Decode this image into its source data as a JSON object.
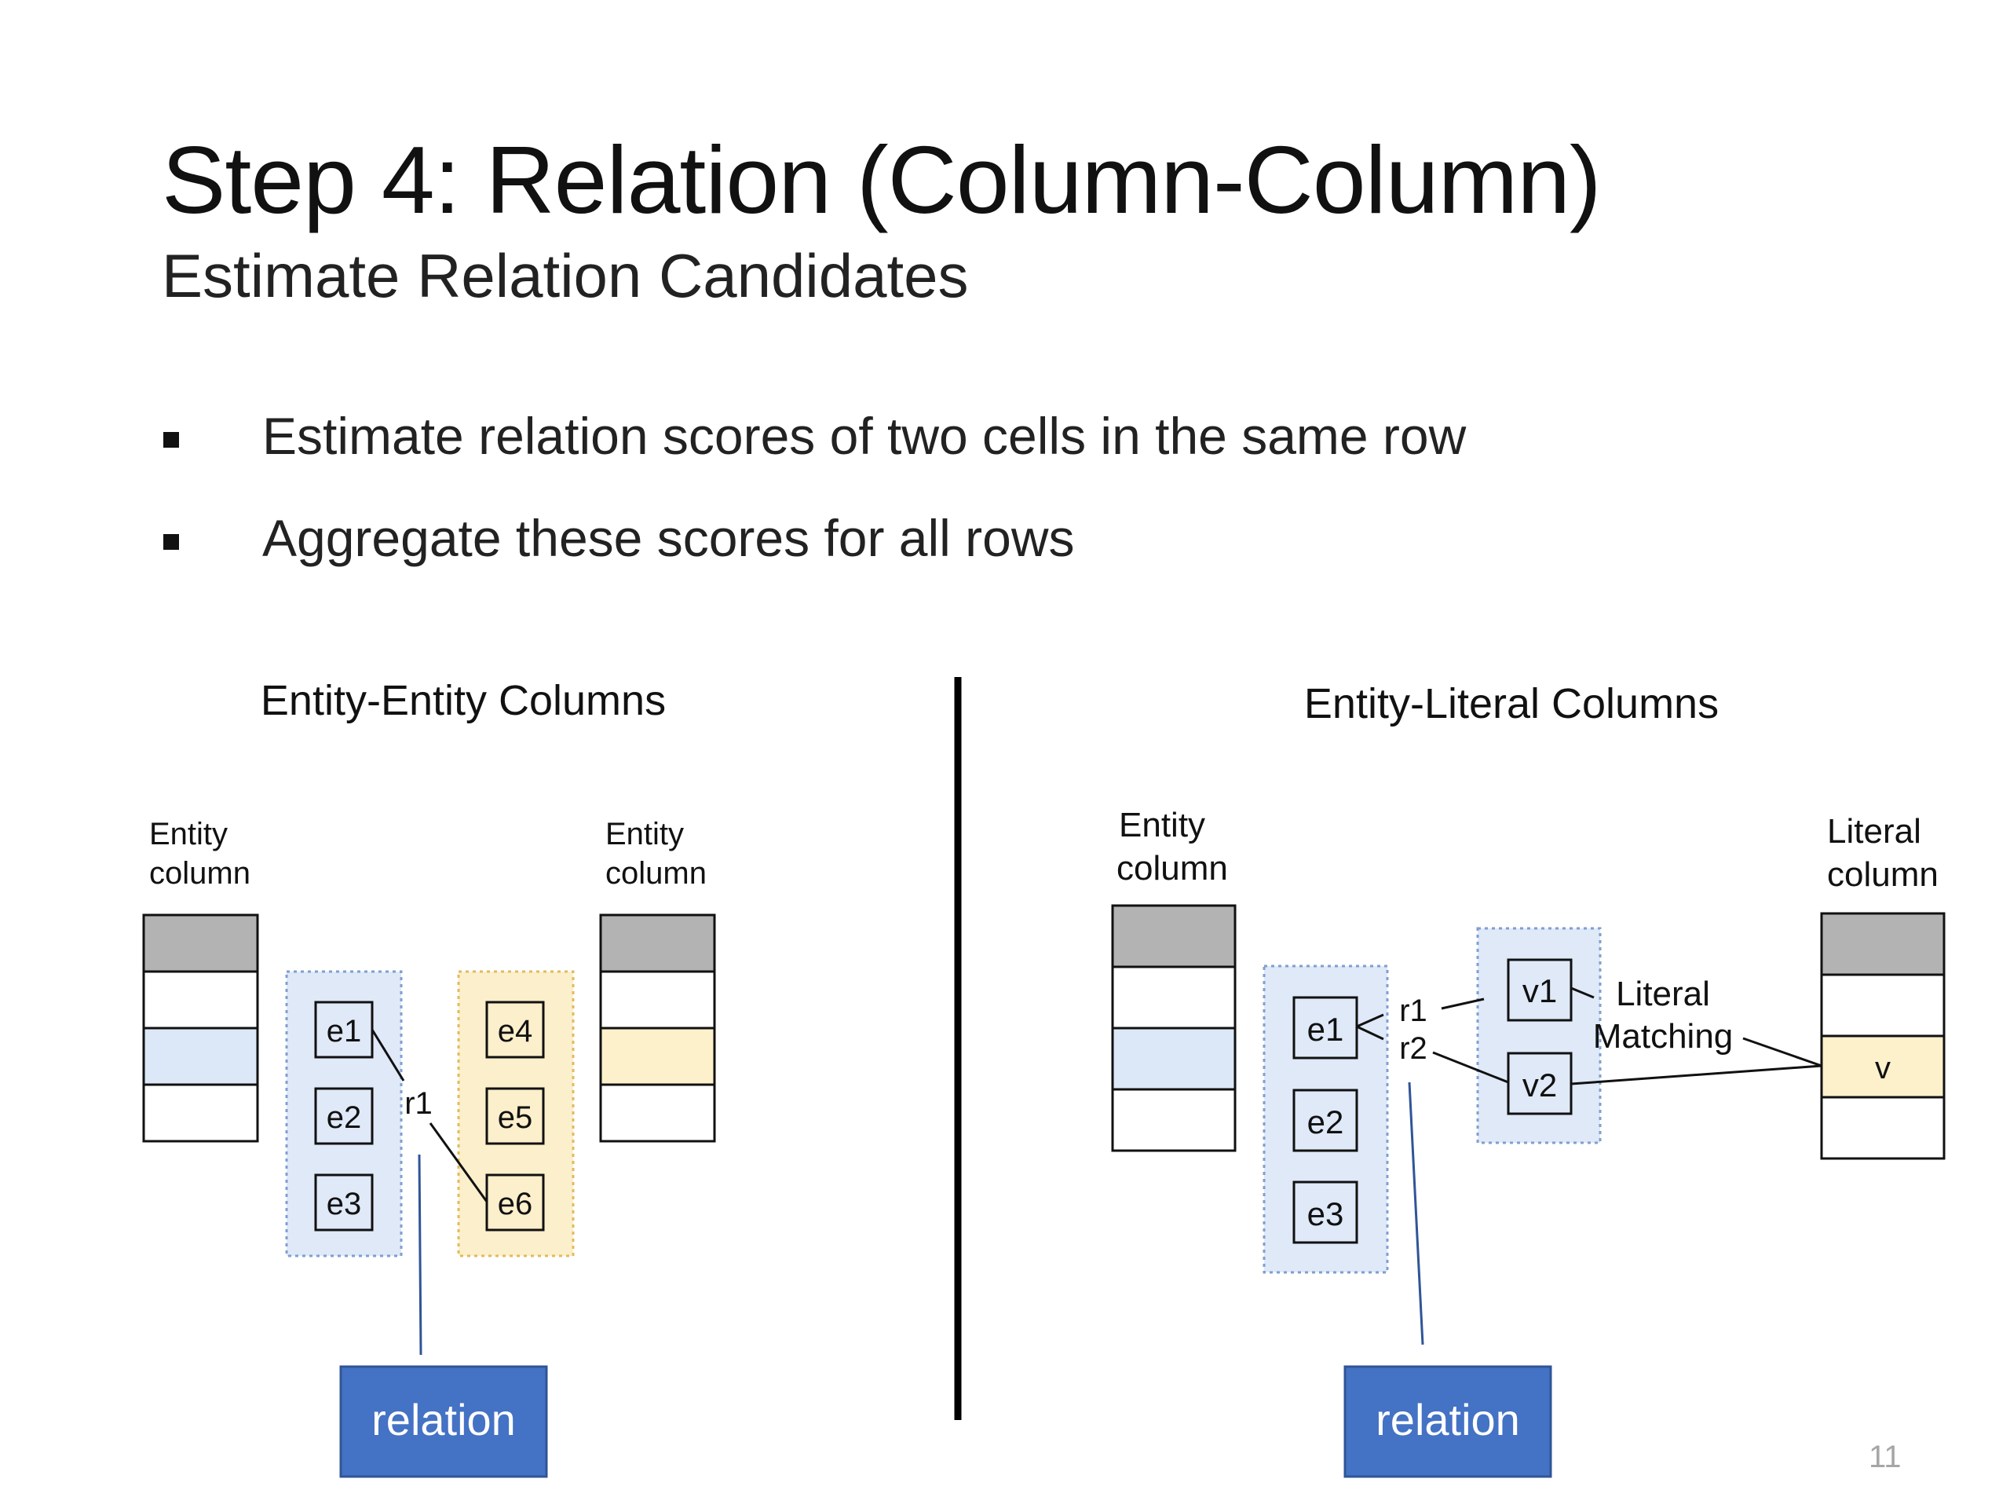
{
  "slide": {
    "title": "Step 4: Relation (Column-Column)",
    "subtitle": "Estimate Relation Candidates",
    "bullets": [
      "Estimate relation scores of two cells in the same row",
      "Aggregate these scores for all rows"
    ],
    "page_number": "11"
  },
  "left_panel": {
    "heading": "Entity-Entity Columns",
    "left_column_label": [
      "Entity",
      "column"
    ],
    "right_column_label": [
      "Entity",
      "column"
    ],
    "left_group": [
      "e1",
      "e2",
      "e3"
    ],
    "right_group": [
      "e4",
      "e5",
      "e6"
    ],
    "relation_edge_label": "r1",
    "relation_box": "relation"
  },
  "right_panel": {
    "heading": "Entity-Literal Columns",
    "entity_column_label": [
      "Entity",
      "column"
    ],
    "literal_column_label": [
      "Literal",
      "column"
    ],
    "entity_group": [
      "e1",
      "e2",
      "e3"
    ],
    "value_group": [
      "v1",
      "v2"
    ],
    "relation_edge_labels": [
      "r1",
      "r2"
    ],
    "matching_label": [
      "Literal",
      "Matching"
    ],
    "literal_cell_value": "v",
    "relation_box": "relation"
  },
  "colors": {
    "header_cell": "#b3b3b3",
    "entity_highlight": "#dce8f8",
    "literal_highlight": "#fdf1cc",
    "group_blue_fill": "#dfe9f8",
    "group_blue_border": "#7f9fd0",
    "group_yellow_fill": "#fcefcb",
    "group_yellow_border": "#e0bb5e",
    "relation_box_fill": "#4472c4",
    "relation_box_border": "#2f5597",
    "relation_line": "#2f5597",
    "divider": "#000000"
  }
}
